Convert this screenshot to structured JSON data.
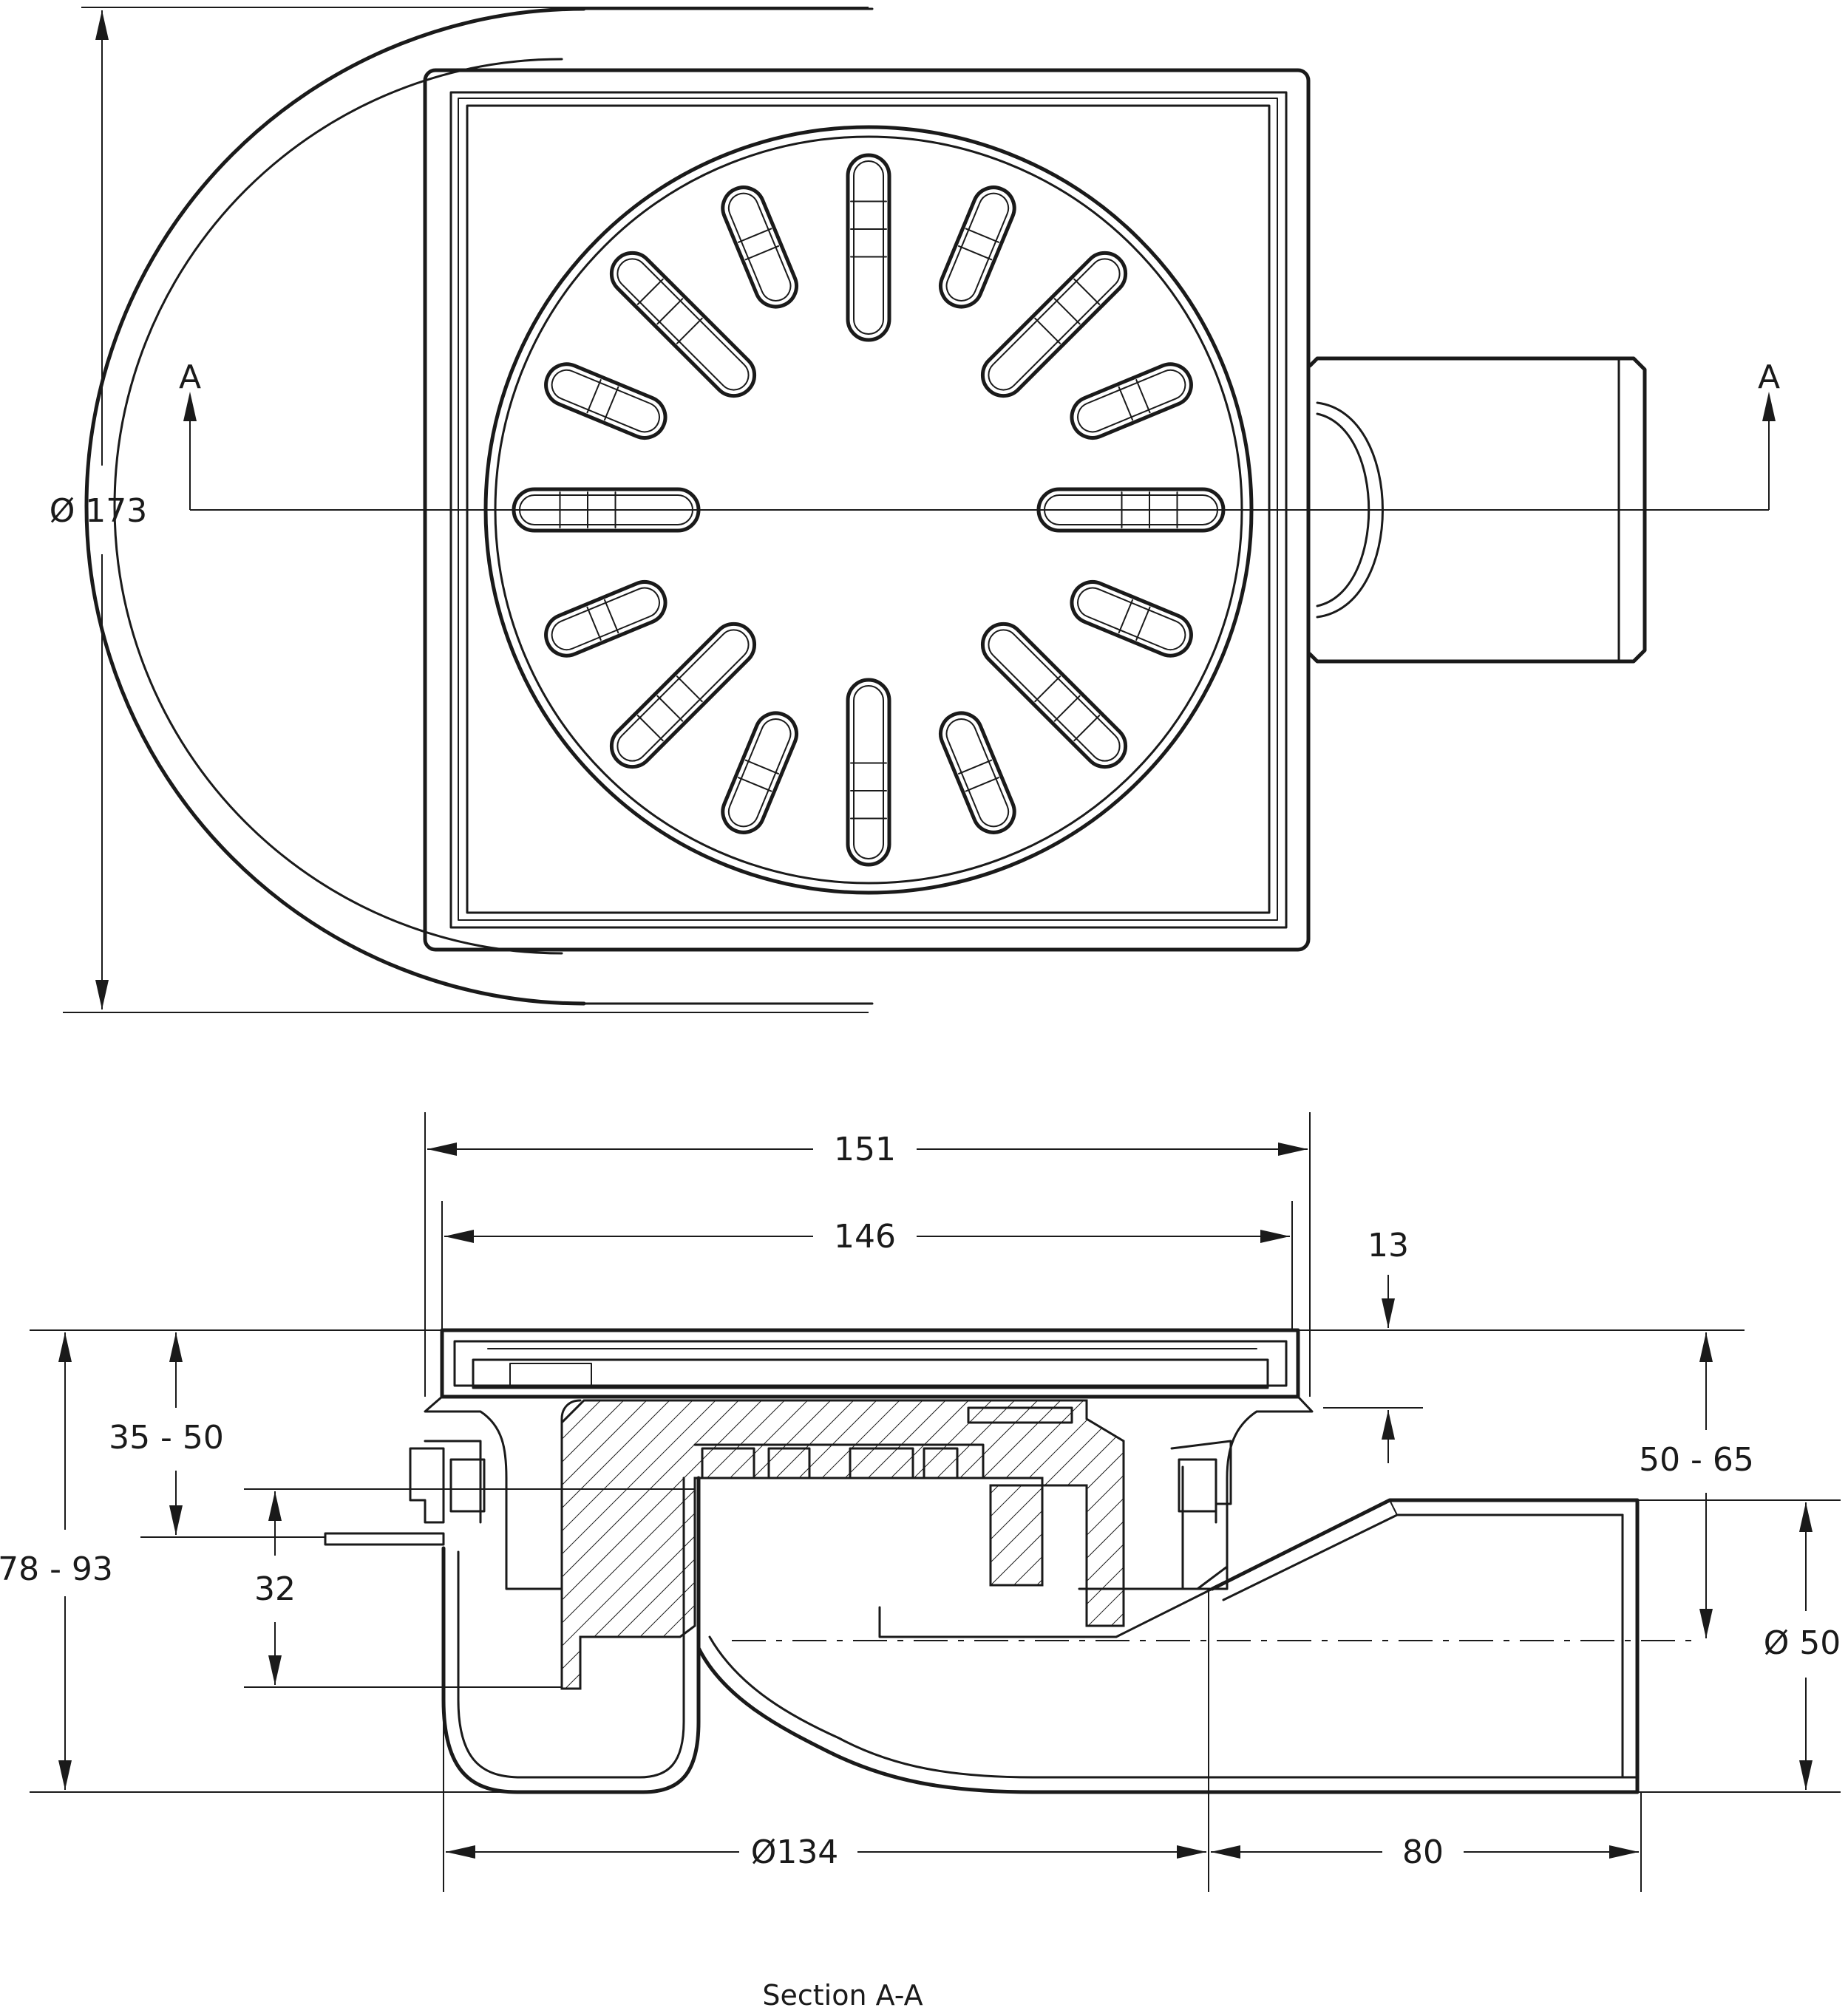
{
  "plan_view": {
    "section_mark_left": "A",
    "section_mark_right": "A",
    "diameter_label": "Ø 173"
  },
  "section_view": {
    "caption": "Section A-A",
    "dims": {
      "width_outer": "151",
      "width_inner": "146",
      "frame_height": "13",
      "left_height_range": "35 - 50",
      "total_height_range": "78 - 93",
      "seal_height": "32",
      "outlet_height_range": "50 - 65",
      "outlet_diameter": "Ø 50",
      "body_diameter": "Ø134",
      "outlet_length": "80"
    }
  }
}
